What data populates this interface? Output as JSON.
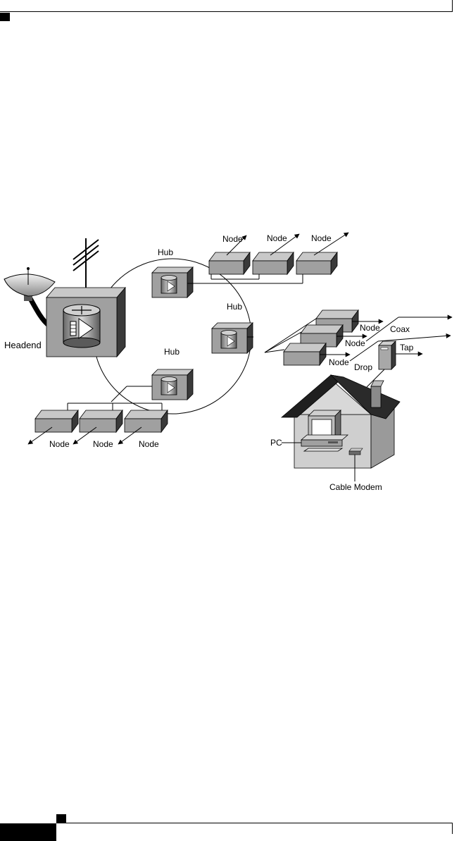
{
  "diagram": {
    "labels": {
      "headend": "Headend",
      "hub_top": "Hub",
      "hub_right": "Hub",
      "hub_bottom": "Hub",
      "node": "Node",
      "coax": "Coax",
      "tap": "Tap",
      "drop": "Drop",
      "pc": "PC",
      "cable_modem": "Cable Modem"
    },
    "nodes_top": [
      "Node",
      "Node",
      "Node"
    ],
    "nodes_right": [
      "Node",
      "Node",
      "Node"
    ],
    "nodes_bottom": [
      "Node",
      "Node",
      "Node"
    ],
    "colors": {
      "box_top": "#c8c8c8",
      "box_front": "#a0a0a0",
      "box_side": "#3a3a3a",
      "house_wall": "#cfcfcf",
      "roof": "#2a2a2a"
    }
  }
}
